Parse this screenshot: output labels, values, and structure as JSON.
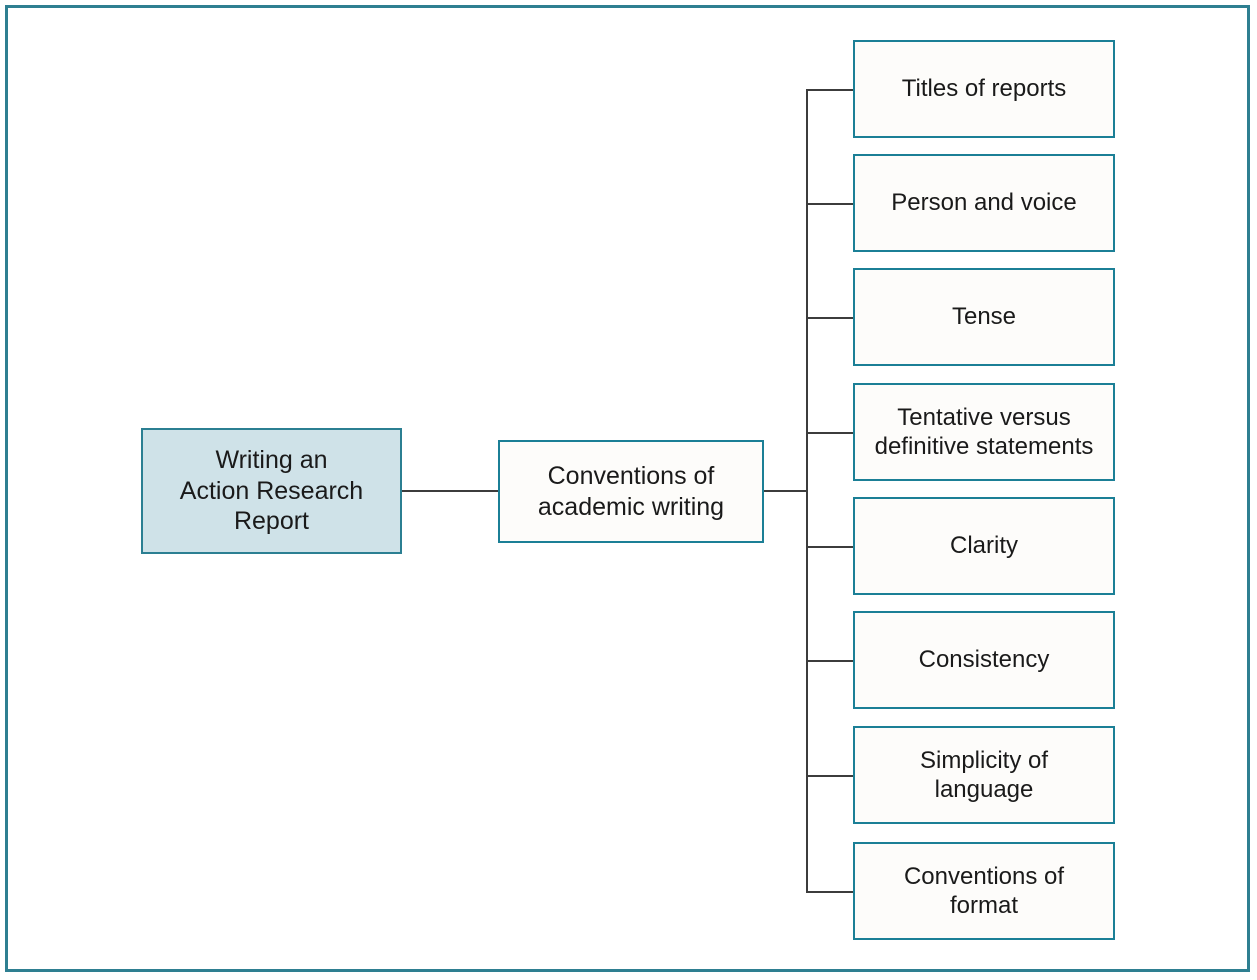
{
  "diagram": {
    "type": "tree-hierarchy",
    "orientation": "left-to-right",
    "title_node": "Writing an\nAction Research\nReport",
    "colors": {
      "frame_border": "#2e7f91",
      "root_fill": "#cfe2e8",
      "root_border": "#2b7f92",
      "box_fill": "#fdfcfa",
      "box_border": "#1b7f96",
      "connector": "#3c3c3c",
      "text": "#1a1a1a"
    },
    "root": {
      "label": "Writing an\nAction Research\nReport"
    },
    "branch": {
      "label": "Conventions of\nacademic writing"
    },
    "leaves": [
      {
        "label": "Titles of reports"
      },
      {
        "label": "Person and voice"
      },
      {
        "label": "Tense"
      },
      {
        "label": "Tentative versus\ndefinitive statements"
      },
      {
        "label": "Clarity"
      },
      {
        "label": "Consistency"
      },
      {
        "label": "Simplicity of\nlanguage"
      },
      {
        "label": "Conventions of\nformat"
      }
    ]
  }
}
